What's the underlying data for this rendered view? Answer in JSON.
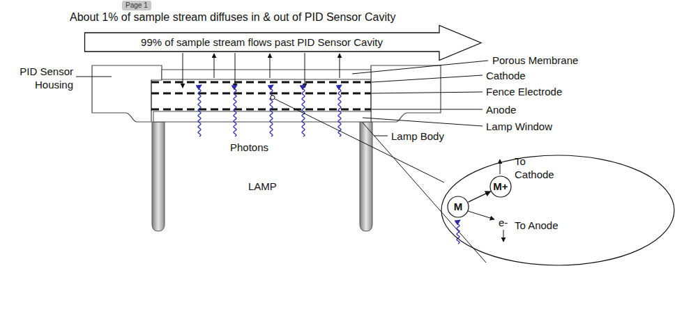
{
  "diagram": {
    "nodes": [
      {
        "text": [
          "99% of sample stream flows past PID Sensor Cavity"
        ]
      },
      {
        "text": [
          "To Cathode",
          "e-",
          "To Anode"
        ]
      },
      {
        "text": [
          "M"
        ],
        "in": 1
      },
      {
        "text": [
          "M+"
        ],
        "in": 1
      }
    ],
    "edges": [
      {
        "from": 2,
        "to": 3,
        "arrow": "to"
      }
    ],
    "labels": [
      "About 1% of sample stream diffuses in & out of PID Sensor Cavity",
      "Page 1",
      "PID Sensor Housing",
      "Porous Membrane",
      "Cathode",
      "Fence Electrode",
      "Anode",
      "Lamp Window",
      "Lamp Body",
      "Photons",
      "LAMP"
    ]
  }
}
